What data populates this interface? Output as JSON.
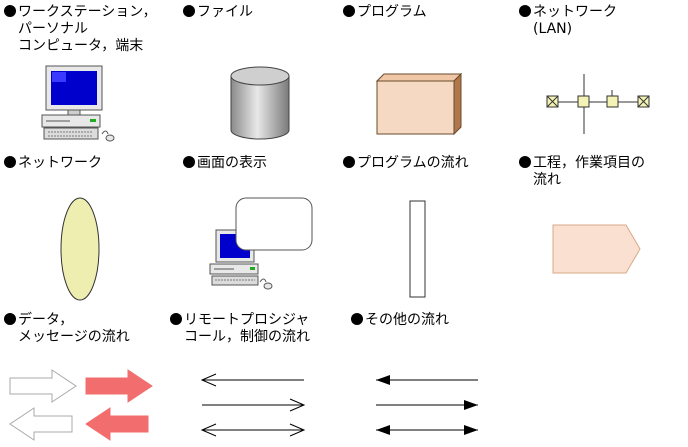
{
  "legend": {
    "workstation": {
      "line1": "ワークステーション，",
      "line2": "パーソナル",
      "line3": "コンピュータ，端末",
      "icon": "workstation-computer-icon"
    },
    "file": {
      "line1": "ファイル",
      "icon": "file-cylinder-icon"
    },
    "program": {
      "line1": "プログラム",
      "icon": "program-box-icon"
    },
    "network_lan": {
      "line1": "ネットワーク",
      "line2": "(LAN)",
      "icon": "lan-bus-icon"
    },
    "network": {
      "line1": "ネットワーク",
      "icon": "network-ellipse-icon"
    },
    "screen_display": {
      "line1": "画面の表示",
      "icon": "screen-display-icon"
    },
    "program_flow": {
      "line1": "プログラムの流れ",
      "icon": "program-flow-bar-icon"
    },
    "process_flow": {
      "line1": "工程，作業項目の",
      "line2": "流れ",
      "icon": "process-pentagon-icon"
    },
    "data_message": {
      "line1": "データ，",
      "line2": "メッセージの流れ",
      "icon": "block-arrows-icon"
    },
    "rpc": {
      "line1": "リモートプロシジャ",
      "line2": "コール，制御の流れ",
      "icon": "open-arrows-icon"
    },
    "other_flow": {
      "line1": "その他の流れ",
      "icon": "filled-arrows-icon"
    }
  },
  "colors": {
    "program_fill": "#f6d9c3",
    "program_side": "#b0764c",
    "network_ellipse": "#eeeeb0",
    "lan_node": "#f3f3b6",
    "process_fill": "#fae0d0",
    "arrow_red": "#f26e6e",
    "arrow_outline": "#a9a9a9",
    "monitor_screen": "#0000cc"
  }
}
